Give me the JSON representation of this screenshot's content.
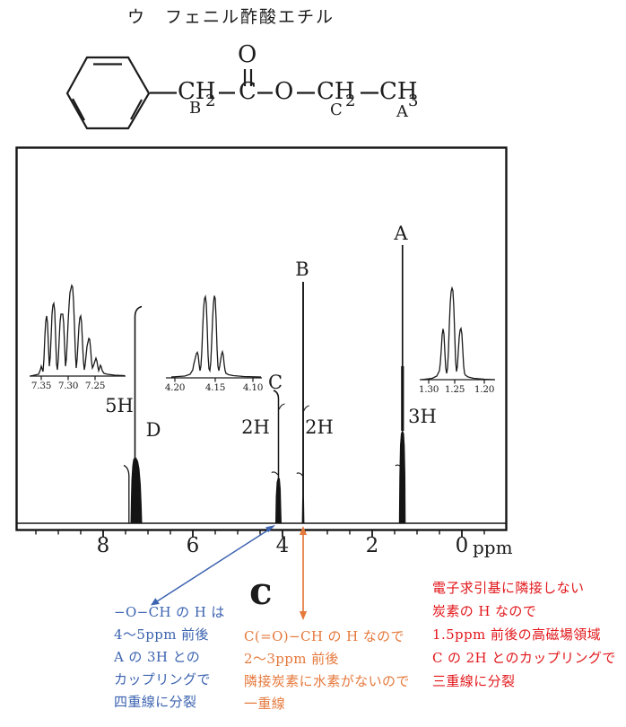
{
  "title": "ウ　フェニル酢酸エチル",
  "answer_letter": "c",
  "colors": {
    "ink": "#1c1c1c",
    "blue": "#3c63b0",
    "orange": "#e5793c",
    "red": "#e2181c"
  },
  "structure": {
    "benzyl_ch": "CH",
    "benzyl_sub": "2",
    "benzyl_letter": "B",
    "carbonyl_c": "C",
    "carbonyl_o": "O",
    "ester_o": "O",
    "ethyl_ch": "CH",
    "ethyl_sub": "2",
    "ethyl_letter": "C",
    "methyl_ch": "CH",
    "methyl_sub": "3",
    "methyl_letter": "A"
  },
  "spectrum": {
    "peak_labels": {
      "a": "A",
      "b": "B",
      "c": "C",
      "d": "D"
    },
    "integrations": {
      "d": "5H",
      "c": "2H",
      "b": "2H",
      "a": "3H"
    },
    "axis": {
      "t8": "8",
      "t6": "6",
      "t4": "4",
      "t2": "2",
      "t0": "0",
      "unit": "ppm"
    },
    "insets": [
      {
        "ticks": [
          "7.35",
          "7.30",
          "7.25"
        ]
      },
      {
        "ticks": [
          "4.20",
          "4.15",
          "4.10"
        ]
      },
      {
        "ticks": [
          "1.30",
          "1.25",
          "1.20"
        ]
      }
    ]
  },
  "annotations": {
    "blue": {
      "lines": [
        "−O−CH の H は",
        "4〜5ppm 前後",
        "A の 3H との",
        "カップリングで",
        "四重線に分裂"
      ]
    },
    "orange": {
      "lines": [
        "C(=O)−CH の H なので",
        "2〜3ppm 前後",
        "隣接炭素に水素がないので",
        "一重線"
      ]
    },
    "red": {
      "lines": [
        "電子求引基に隣接しない",
        "炭素の H なので",
        "1.5ppm 前後の高磁場領域",
        "C の 2H とのカップリングで",
        "三重線に分裂"
      ]
    }
  },
  "chart_data": {
    "type": "line",
    "subtype": "1H NMR spectrum",
    "title": "ウ　フェニル酢酸エチル",
    "xlabel": "ppm",
    "x_ticks": [
      8,
      6,
      4,
      2,
      0
    ],
    "x_range": [
      9.9,
      -1.0
    ],
    "x_reversed": true,
    "grid": false,
    "peaks": [
      {
        "label": "D",
        "ppm": 7.3,
        "integration": "5H",
        "multiplicity": "multiplet",
        "assignment": "benzene ring H"
      },
      {
        "label": "C",
        "ppm": 4.15,
        "integration": "2H",
        "multiplicity": "quartet",
        "assignment": "O-CH2"
      },
      {
        "label": "B",
        "ppm": 3.6,
        "integration": "2H",
        "multiplicity": "singlet",
        "assignment": "Ph-CH2"
      },
      {
        "label": "A",
        "ppm": 1.25,
        "integration": "3H",
        "multiplicity": "triplet",
        "assignment": "CH3"
      }
    ],
    "insets": [
      {
        "x_ticks": [
          7.35,
          7.3,
          7.25
        ],
        "shape": "multiplet"
      },
      {
        "x_ticks": [
          4.2,
          4.15,
          4.1
        ],
        "shape": "quartet"
      },
      {
        "x_ticks": [
          1.3,
          1.25,
          1.2
        ],
        "shape": "triplet"
      }
    ]
  }
}
